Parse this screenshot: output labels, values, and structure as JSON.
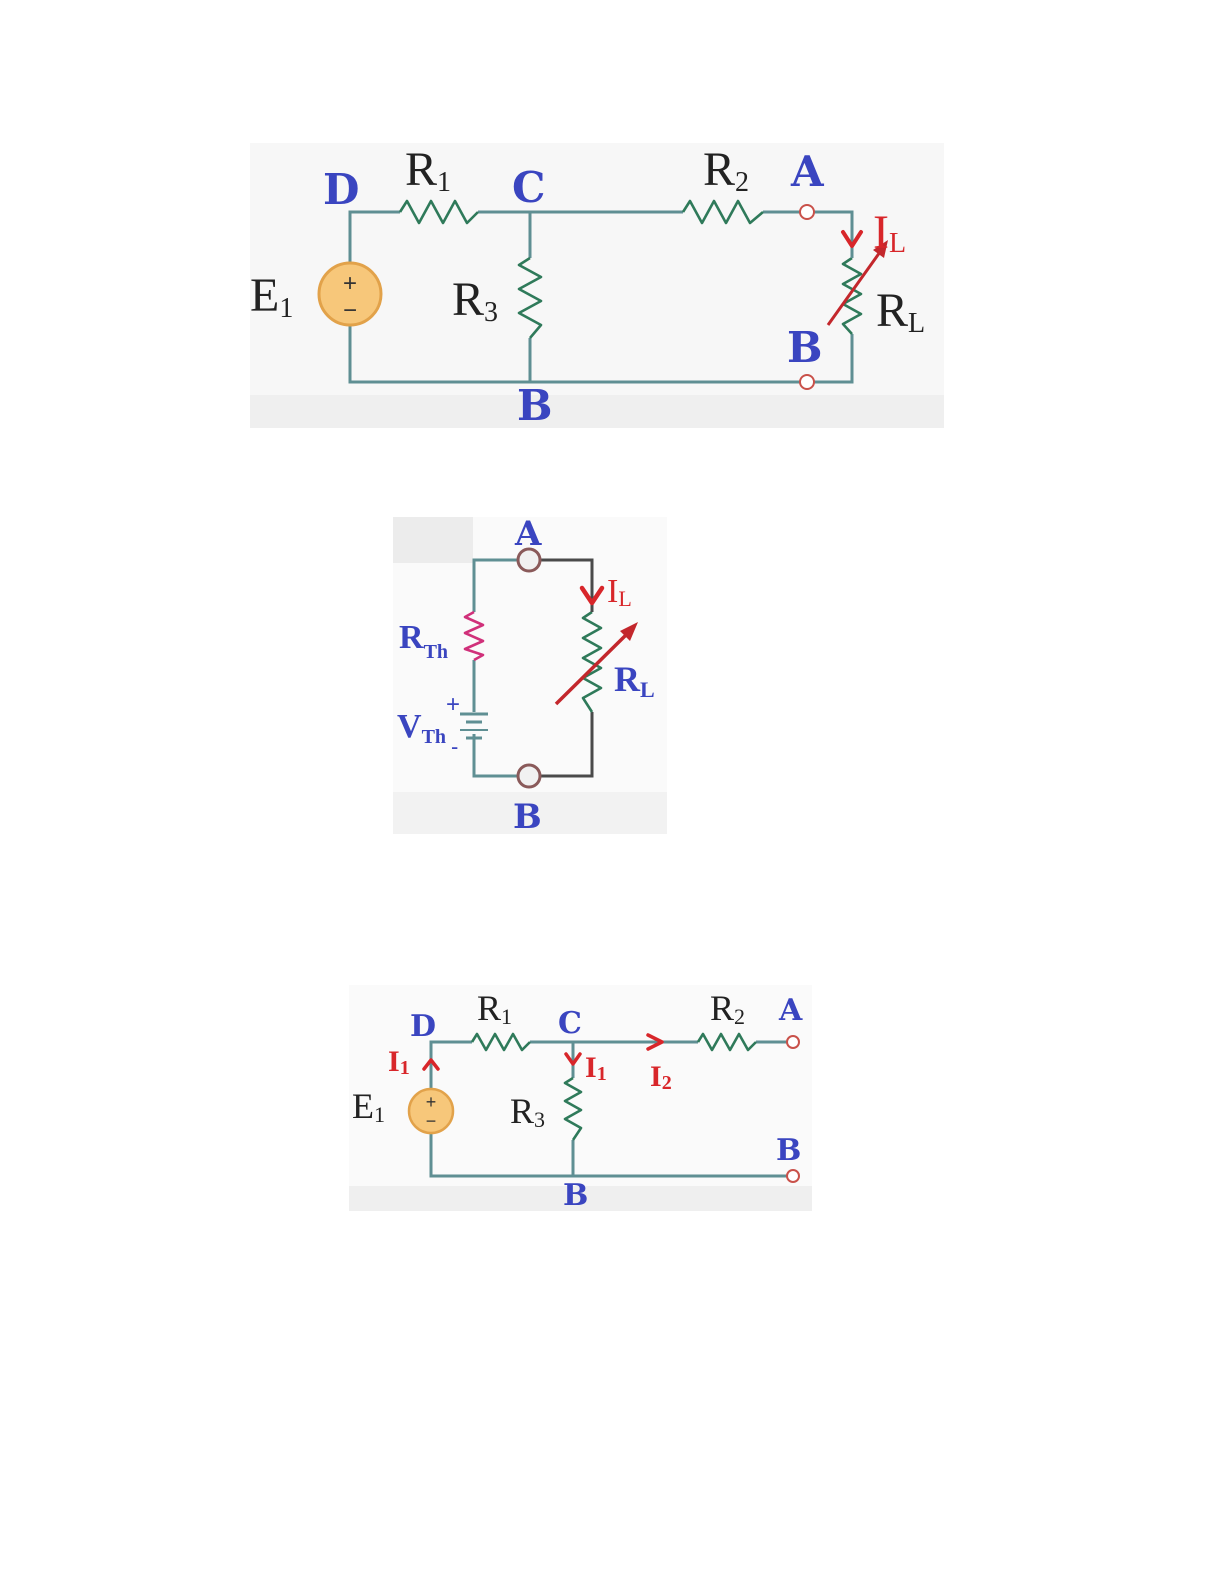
{
  "colors": {
    "node_label": "#3a45c0",
    "current_label": "#d8262a",
    "resistor": "#2f7a5a",
    "thevenin_resistor": "#d0307a",
    "wire": "#5f8f93",
    "source_fill": "#f7c77a"
  },
  "diagram1": {
    "nodes": {
      "d": "D",
      "c": "C",
      "a": "A",
      "b_left": "B",
      "b_right": "B"
    },
    "components": {
      "r1": {
        "base": "R",
        "sub": "1"
      },
      "r2": {
        "base": "R",
        "sub": "2"
      },
      "r3": {
        "base": "R",
        "sub": "3"
      },
      "rl": {
        "base": "R",
        "sub": "L"
      },
      "e1": {
        "base": "E",
        "sub": "1"
      }
    },
    "current": {
      "base": "I",
      "sub": "L"
    },
    "source_signs": {
      "plus": "+",
      "minus": "−"
    }
  },
  "diagram2": {
    "nodes": {
      "a": "A",
      "b": "B"
    },
    "rth": {
      "base": "R",
      "sub": "Th"
    },
    "vth": {
      "base": "V",
      "sub": "Th"
    },
    "rl": {
      "base": "R",
      "sub": "L"
    },
    "current": {
      "base": "I",
      "sub": "L"
    },
    "polarity": {
      "plus": "+",
      "minus": "-"
    }
  },
  "diagram3": {
    "nodes": {
      "d": "D",
      "c": "C",
      "a": "A",
      "b_bottom": "B",
      "b_right": "B"
    },
    "components": {
      "r1": {
        "base": "R",
        "sub": "1"
      },
      "r2": {
        "base": "R",
        "sub": "2"
      },
      "r3": {
        "base": "R",
        "sub": "3"
      },
      "e1": {
        "base": "E",
        "sub": "1"
      }
    },
    "currents": {
      "i1_source": {
        "base": "I",
        "sub": "1"
      },
      "i1_r3": {
        "base": "I",
        "sub": "1"
      },
      "i2": {
        "base": "I",
        "sub": "2"
      }
    },
    "source_signs": {
      "plus": "+",
      "minus": "−"
    }
  }
}
